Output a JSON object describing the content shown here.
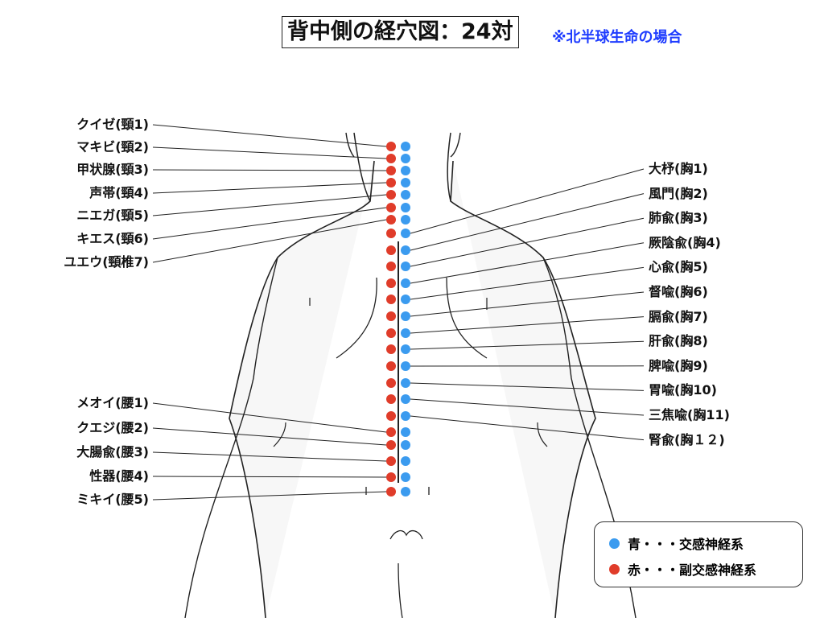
{
  "title": "背中側の経穴図：24対",
  "note": "※北半球生命の場合",
  "colors": {
    "sympathetic": "#3b9bef",
    "parasympathetic": "#e03c2a"
  },
  "neck_points": [
    "クイゼ(頸1)",
    "マキビ(頸2)",
    "甲状腺(頸3)",
    "声帯(頸4)",
    "ニエガ(頸5)",
    "キエス(頸6)",
    "ユエウ(頸椎7)"
  ],
  "chest_points": [
    "大杼(胸1)",
    "風門(胸2)",
    "肺兪(胸3)",
    "厥陰兪(胸4)",
    "心兪(胸5)",
    "督喩(胸6)",
    "膈兪(胸7)",
    "肝兪(胸8)",
    "脾喩(胸9)",
    "胃喩(胸10)",
    "三焦喩(胸11)",
    "腎兪(胸１２)"
  ],
  "lumbar_points": [
    "メオイ(腰1)",
    "クエジ(腰2)",
    "大腸兪(腰3)",
    "性器(腰4)",
    "ミキイ(腰5)"
  ],
  "legend": {
    "blue": "青・・・交感神経系",
    "red": "赤・・・副交感神経系"
  }
}
